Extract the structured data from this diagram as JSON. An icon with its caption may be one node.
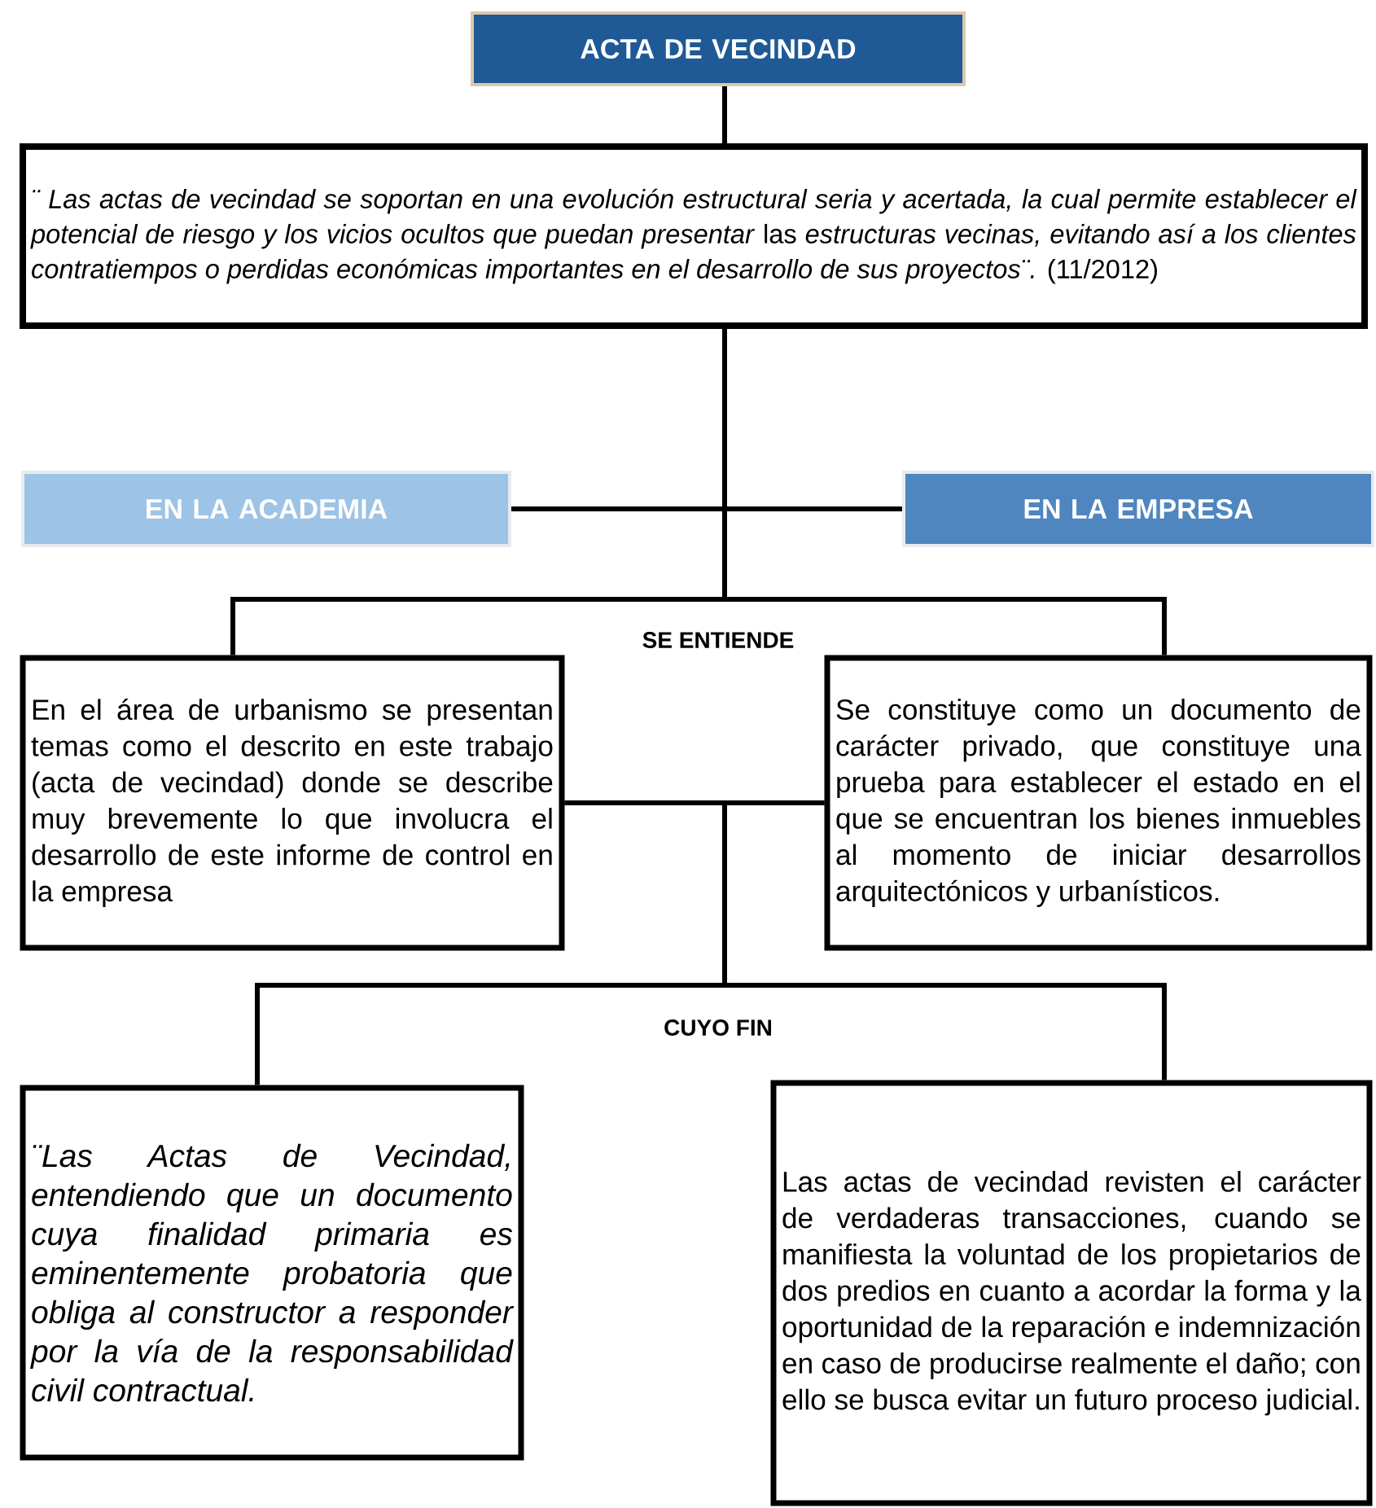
{
  "diagram": {
    "nodes": [
      {
        "text": [
          "ACTA DE VECINDAD"
        ]
      },
      {
        "text": [
          "*¨ Las actas de vecindad se soportan en una evolución estructural seria y acertada, la cual permite establecer el potencial de riesgo y los vicios ocultos que puedan presentar* las *estructuras vecinas, evitando así a los clientes contratiempos o perdidas económicas importantes en el desarrollo de sus proyectos¨.* (11/2012)"
        ]
      },
      {
        "text": [
          "EN LA ACADEMIA"
        ]
      },
      {
        "text": [
          "EN LA EMPRESA"
        ]
      },
      {
        "text": [
          "En el área de urbanismo se presentan temas como el descrito en este trabajo (acta de vecindad) donde se describe muy brevemente lo que involucra el desarrollo de este informe de control en la empresa"
        ]
      },
      {
        "text": [
          "Se constituye como un documento de carácter privado, que constituye una prueba para establecer el estado en el que se encuentran los bienes inmuebles al momento de iniciar desarrollos arquitectónicos y urbanísticos."
        ]
      },
      {
        "text": [
          "¨Las Actas de Vecindad, entendiendo que un documento cuya finalidad primaria es eminentemente probatoria que obliga al constructor a responder por la vía de la responsabilidad civil contractual."
        ]
      },
      {
        "text": [
          "Las actas de vecindad revisten el carácter de verdaderas transacciones, cuando se manifiesta la voluntad de los propietarios de dos predios en cuanto a acordar la forma y la oportunidad de la reparación e indemnización en caso de producirse realmente el daño; con ello se busca evitar un futuro proceso judicial."
        ]
      }
    ],
    "edges": [
      {
        "from": 0,
        "to": 1,
        "arrow": "none"
      },
      {
        "from": 1,
        "to": 4,
        "arrow": "none"
      },
      {
        "from": 1,
        "to": 5,
        "arrow": "none"
      },
      {
        "from": 2,
        "to": 3,
        "arrow": "none"
      },
      {
        "from": 4,
        "to": 5,
        "arrow": "none"
      },
      {
        "from": 4,
        "to": 6,
        "arrow": "none"
      },
      {
        "from": 5,
        "to": 7,
        "arrow": "none"
      }
    ],
    "labels": [
      "SE  ENTIENDE",
      "CUYO FIN"
    ]
  }
}
